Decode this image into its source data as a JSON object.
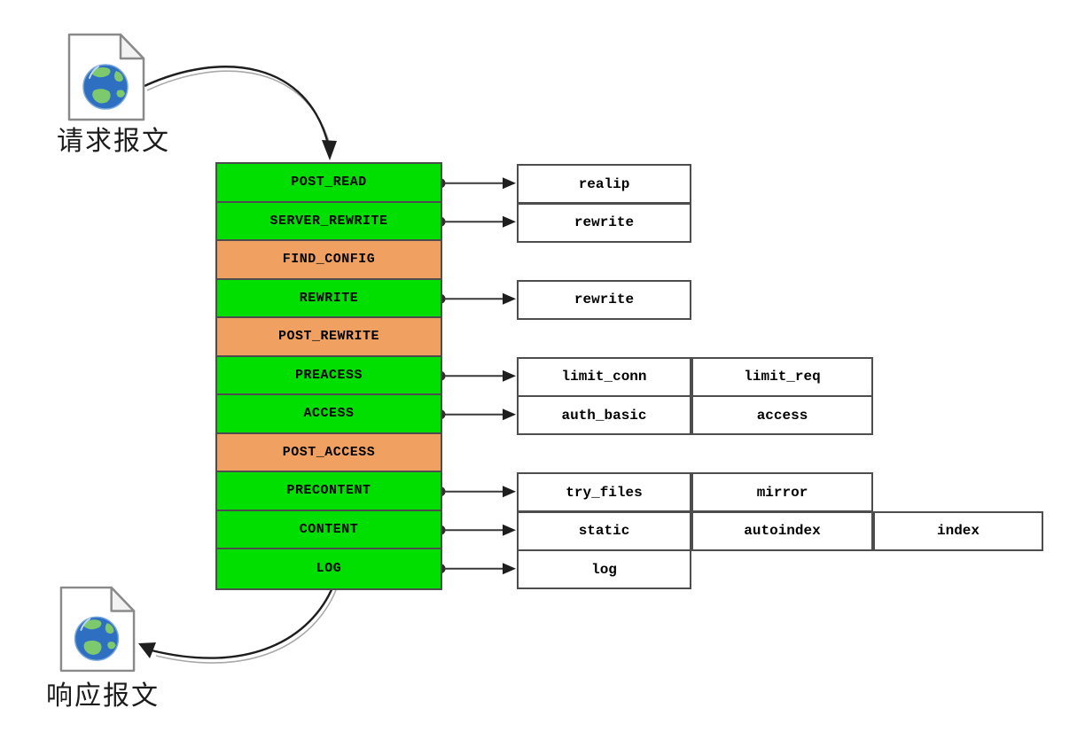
{
  "diagram": {
    "request": {
      "label": "请求报文",
      "icon": "web-document-globe-icon"
    },
    "response": {
      "label": "响应报文",
      "icon": "web-document-globe-icon"
    },
    "phases": [
      {
        "name": "POST_READ",
        "type": "green",
        "modules": [
          "realip"
        ]
      },
      {
        "name": "SERVER_REWRITE",
        "type": "green",
        "modules": [
          "rewrite"
        ]
      },
      {
        "name": "FIND_CONFIG",
        "type": "orange",
        "modules": []
      },
      {
        "name": "REWRITE",
        "type": "green",
        "modules": [
          "rewrite"
        ]
      },
      {
        "name": "POST_REWRITE",
        "type": "orange",
        "modules": []
      },
      {
        "name": "PREACESS",
        "type": "green",
        "modules": [
          "limit_conn",
          "limit_req"
        ]
      },
      {
        "name": "ACCESS",
        "type": "green",
        "modules": [
          "auth_basic",
          "access"
        ]
      },
      {
        "name": "POST_ACCESS",
        "type": "orange",
        "modules": []
      },
      {
        "name": "PRECONTENT",
        "type": "green",
        "modules": [
          "try_files",
          "mirror"
        ]
      },
      {
        "name": "CONTENT",
        "type": "green",
        "modules": [
          "static",
          "autoindex",
          "index"
        ]
      },
      {
        "name": "LOG",
        "type": "green",
        "modules": [
          "log"
        ]
      }
    ],
    "colors": {
      "green": "#00DF00",
      "orange": "#F0A161",
      "border": "#4D4D4D",
      "arrow": "#3A3A3A",
      "box_bg": "#FFFFFF"
    }
  }
}
